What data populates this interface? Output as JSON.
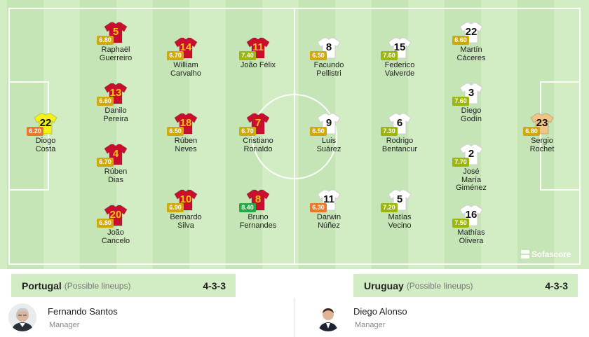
{
  "colors": {
    "portugal_shirt": "#c8102e",
    "portugal_number": "#f6c20c",
    "portugal_gk_shirt": "#f4f01a",
    "uruguay_shirt": "#ffffff",
    "uruguay_number": "#111111",
    "uruguay_gk_shirt": "#f2c487",
    "rating_low": "#e8792b",
    "rating_mid": "#d0a90e",
    "rating_good": "#9cb60e",
    "rating_high": "#28a745"
  },
  "watermark": {
    "brand": "Sofascore",
    "icon": "sofascore-logo-icon"
  },
  "home": {
    "name": "Portugal",
    "lineup_type": "(Possible lineups)",
    "formation": "4-3-3",
    "manager": {
      "name": "Fernando Santos",
      "role": "Manager"
    },
    "players": [
      {
        "number": "22",
        "rating": "6.20",
        "rating_level": "low",
        "name1": "Diogo",
        "name2": "Costa",
        "name3": "",
        "gk": true
      },
      {
        "number": "5",
        "rating": "6.80",
        "rating_level": "mid",
        "name1": "Raphaël",
        "name2": "Guerreiro",
        "name3": "",
        "gk": false
      },
      {
        "number": "13",
        "rating": "6.60",
        "rating_level": "mid",
        "name1": "Danilo",
        "name2": "Pereira",
        "name3": "",
        "gk": false
      },
      {
        "number": "4",
        "rating": "6.70",
        "rating_level": "mid",
        "name1": "Rúben",
        "name2": "Dias",
        "name3": "",
        "gk": false
      },
      {
        "number": "20",
        "rating": "6.80",
        "rating_level": "mid",
        "name1": "João",
        "name2": "Cancelo",
        "name3": "",
        "gk": false
      },
      {
        "number": "14",
        "rating": "6.70",
        "rating_level": "mid",
        "name1": "William",
        "name2": "Carvalho",
        "name3": "",
        "gk": false
      },
      {
        "number": "18",
        "rating": "6.50",
        "rating_level": "mid",
        "name1": "Rúben",
        "name2": "Neves",
        "name3": "",
        "gk": false
      },
      {
        "number": "10",
        "rating": "6.90",
        "rating_level": "mid",
        "name1": "Bernardo",
        "name2": "Silva",
        "name3": "",
        "gk": false
      },
      {
        "number": "11",
        "rating": "7.40",
        "rating_level": "good",
        "name1": "João Félix",
        "name2": "",
        "name3": "",
        "gk": false
      },
      {
        "number": "7",
        "rating": "6.70",
        "rating_level": "mid",
        "name1": "Cristiano",
        "name2": "Ronaldo",
        "name3": "",
        "gk": false
      },
      {
        "number": "8",
        "rating": "8.40",
        "rating_level": "high",
        "name1": "Bruno",
        "name2": "Fernandes",
        "name3": "",
        "gk": false
      }
    ]
  },
  "away": {
    "name": "Uruguay",
    "lineup_type": "(Possible lineups)",
    "formation": "4-3-3",
    "manager": {
      "name": "Diego Alonso",
      "role": "Manager"
    },
    "players": [
      {
        "number": "8",
        "rating": "6.50",
        "rating_level": "mid",
        "name1": "Facundo",
        "name2": "Pellistri",
        "name3": "",
        "gk": false
      },
      {
        "number": "9",
        "rating": "6.50",
        "rating_level": "mid",
        "name1": "Luis",
        "name2": "Suárez",
        "name3": "",
        "gk": false
      },
      {
        "number": "11",
        "rating": "6.30",
        "rating_level": "low",
        "name1": "Darwin",
        "name2": "Núñez",
        "name3": "",
        "gk": false
      },
      {
        "number": "15",
        "rating": "7.60",
        "rating_level": "good",
        "name1": "Federico",
        "name2": "Valverde",
        "name3": "",
        "gk": false
      },
      {
        "number": "6",
        "rating": "7.30",
        "rating_level": "good",
        "name1": "Rodrigo",
        "name2": "Bentancur",
        "name3": "",
        "gk": false
      },
      {
        "number": "5",
        "rating": "7.20",
        "rating_level": "good",
        "name1": "Matías",
        "name2": "Vecino",
        "name3": "",
        "gk": false
      },
      {
        "number": "22",
        "rating": "6.60",
        "rating_level": "mid",
        "name1": "Martín",
        "name2": "Cáceres",
        "name3": "",
        "gk": false
      },
      {
        "number": "3",
        "rating": "7.60",
        "rating_level": "good",
        "name1": "Diego",
        "name2": "Godín",
        "name3": "",
        "gk": false
      },
      {
        "number": "2",
        "rating": "7.70",
        "rating_level": "good",
        "name1": "José",
        "name2": "María",
        "name3": "Giménez",
        "gk": false
      },
      {
        "number": "16",
        "rating": "7.50",
        "rating_level": "good",
        "name1": "Mathías",
        "name2": "Olivera",
        "name3": "",
        "gk": false
      },
      {
        "number": "23",
        "rating": "6.80",
        "rating_level": "mid",
        "name1": "Sergio",
        "name2": "Rochet",
        "name3": "",
        "gk": true
      }
    ]
  }
}
